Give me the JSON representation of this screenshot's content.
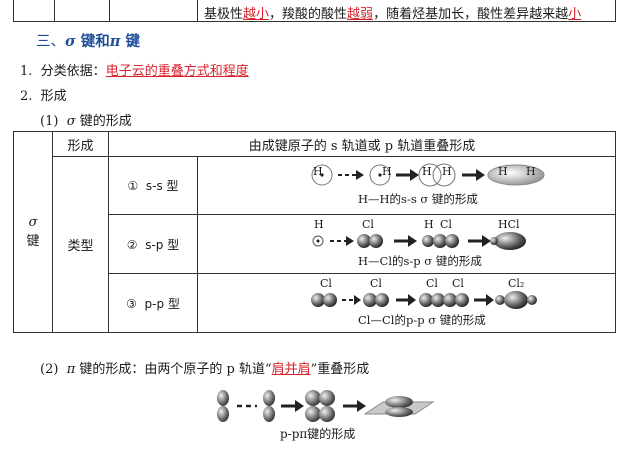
{
  "top_row": {
    "text_parts": [
      "基极性",
      "越小",
      "，羧酸的酸性",
      "越弱",
      "，随着烃基加长，酸性差异越来越",
      "小"
    ]
  },
  "section3": {
    "number": "三、",
    "title_a": "σ",
    "title_b": " 键和",
    "title_c": "π",
    "title_d": " 键"
  },
  "item1": {
    "num": "1.",
    "label": "分类依据：",
    "value": "电子云的重叠方式和程度"
  },
  "item2": {
    "num": "2.",
    "label": "形成"
  },
  "sub1": {
    "num": "(1)",
    "greek": "σ",
    "label": " 键的形成"
  },
  "table": {
    "header_formation": "形成",
    "header_desc": "由成键原子的 s 轨道或 p 轨道重叠形成",
    "left_sigma": "σ",
    "left_jian": "键",
    "type_label": "类型",
    "rows": [
      {
        "num": "①",
        "type": "s-s 型",
        "labels": [
          "H",
          "H",
          "H",
          "H",
          "H",
          "H"
        ],
        "caption": "H—H的s-s σ 键的形成"
      },
      {
        "num": "②",
        "type": "s-p 型",
        "labels": [
          "H",
          "Cl",
          "H",
          "Cl",
          "HCl"
        ],
        "caption": "H—Cl的s-p σ 键的形成"
      },
      {
        "num": "③",
        "type": "p-p 型",
        "labels": [
          "Cl",
          "Cl",
          "Cl",
          "Cl",
          "Cl₂"
        ],
        "caption": "Cl—Cl的p-p σ 键的形成"
      }
    ]
  },
  "sub2": {
    "num": "(2)",
    "greek": "π",
    "text_a": " 键的形成：由两个原子的 p 轨道“",
    "highlight": "肩并肩",
    "text_b": "”重叠形成"
  },
  "pi_caption": "p-pπ键的形成",
  "colors": {
    "accent_red": "#d9232d",
    "section_blue": "#1f4e9a"
  }
}
